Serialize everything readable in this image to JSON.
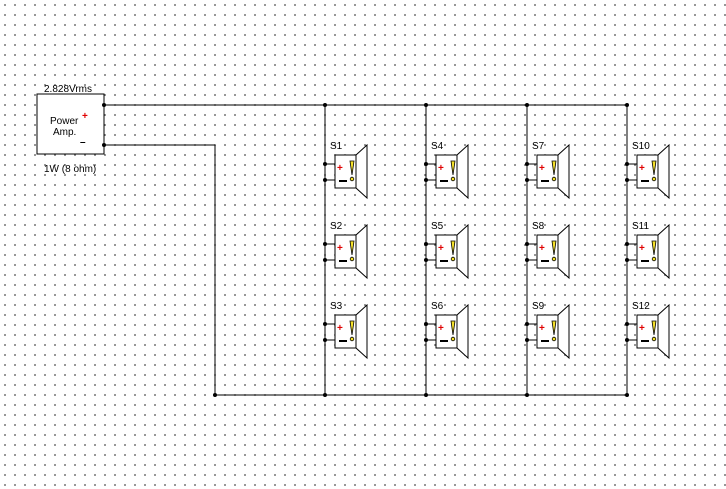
{
  "amplifier": {
    "name": "Power Amp.",
    "name_line1": "Power",
    "name_line2": "Amp.",
    "voltage": "2.828Vrms",
    "rating": "1W (8 ohm)",
    "plus_symbol": "+",
    "minus_symbol": "–"
  },
  "speakers": [
    {
      "label": "S1"
    },
    {
      "label": "S2"
    },
    {
      "label": "S3"
    },
    {
      "label": "S4"
    },
    {
      "label": "S5"
    },
    {
      "label": "S6"
    },
    {
      "label": "S7"
    },
    {
      "label": "S8"
    },
    {
      "label": "S9"
    },
    {
      "label": "S10"
    },
    {
      "label": "S11"
    },
    {
      "label": "S12"
    }
  ],
  "colors": {
    "wire": "#000000",
    "plus": "#e00000",
    "bolt_fill": "#f5e12a",
    "dot_grid": "#7a7a7a"
  }
}
